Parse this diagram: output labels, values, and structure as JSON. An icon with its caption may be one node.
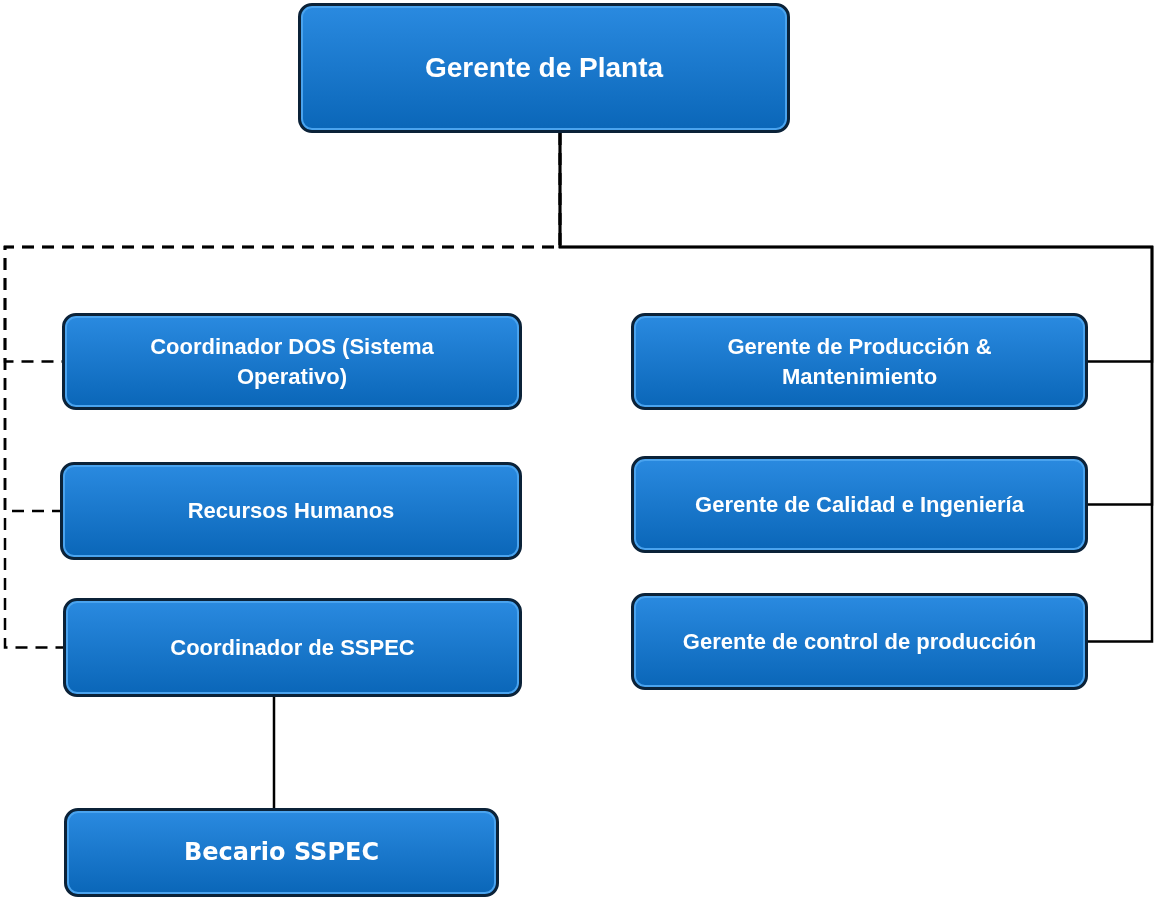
{
  "diagram": {
    "nodes": [
      {
        "text": [
          "Gerente de Planta"
        ]
      },
      {
        "text": [
          "Coordinador DOS (Sistema Operativo)"
        ]
      },
      {
        "text": [
          "Recursos Humanos"
        ]
      },
      {
        "text": [
          "Coordinador de SSPEC"
        ]
      },
      {
        "text": [
          "Gerente de Producción & Mantenimiento"
        ]
      },
      {
        "text": [
          "Gerente de Calidad e Ingeniería"
        ]
      },
      {
        "text": [
          "Gerente de control de producción"
        ]
      },
      {
        "text": [
          "Becario SSPEC"
        ]
      }
    ],
    "edges": [
      {
        "from": 0,
        "to": 1,
        "arrow": "none",
        "style": "dashed"
      },
      {
        "from": 0,
        "to": 2,
        "arrow": "none",
        "style": "dashed"
      },
      {
        "from": 0,
        "to": 3,
        "arrow": "none",
        "style": "dashed"
      },
      {
        "from": 0,
        "to": 4,
        "arrow": "none"
      },
      {
        "from": 0,
        "to": 5,
        "arrow": "none"
      },
      {
        "from": 0,
        "to": 6,
        "arrow": "none"
      },
      {
        "from": 3,
        "to": 7,
        "arrow": "none"
      }
    ]
  }
}
